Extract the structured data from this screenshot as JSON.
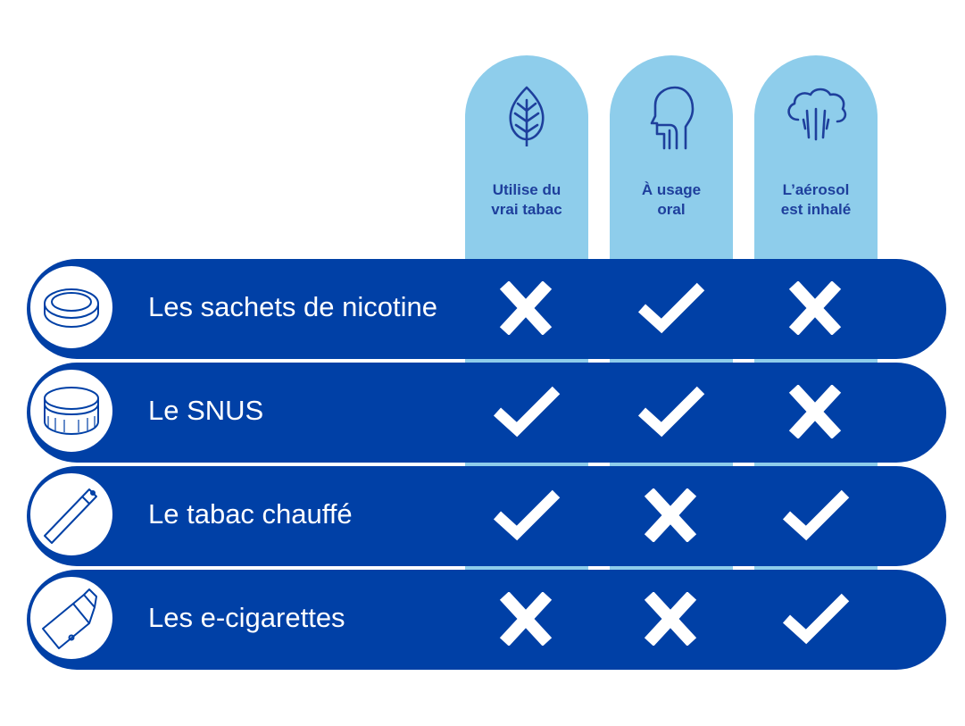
{
  "colors": {
    "column_bg": "#8ecdeb",
    "column_text": "#1e3f9c",
    "row_bg": "#0040a6",
    "mark": "#ffffff"
  },
  "columns": [
    {
      "icon": "leaf-icon",
      "line1": "Utilise du",
      "line2": "vrai tabac"
    },
    {
      "icon": "head-throat-icon",
      "line1": "À usage",
      "line2": "oral"
    },
    {
      "icon": "cloud-inhale-icon",
      "line1": "L’aérosol",
      "line2": "est inhalé"
    }
  ],
  "rows": [
    {
      "icon": "nicotine-pouch-tin-icon",
      "label": "Les sachets de nicotine",
      "marks": [
        "cross",
        "check",
        "cross"
      ]
    },
    {
      "icon": "snus-tin-icon",
      "label": "Le SNUS",
      "marks": [
        "check",
        "check",
        "cross"
      ]
    },
    {
      "icon": "heated-tobacco-stick-icon",
      "label": "Le tabac chauffé",
      "marks": [
        "check",
        "cross",
        "check"
      ]
    },
    {
      "icon": "e-cigarette-icon",
      "label": "Les e-cigarettes",
      "marks": [
        "cross",
        "cross",
        "check"
      ]
    }
  ]
}
